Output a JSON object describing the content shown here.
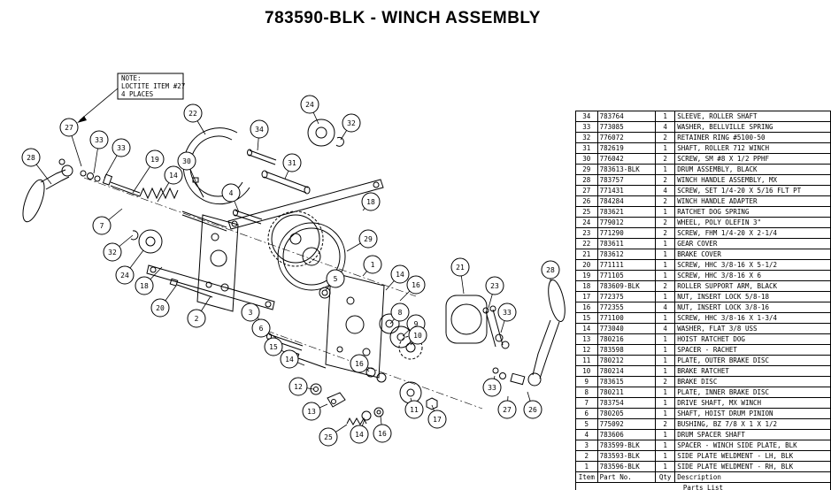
{
  "title": "783590-BLK - WINCH ASSEMBLY",
  "note": {
    "lines": [
      "NOTE:",
      "LOCTITE ITEM #27",
      "4 PLACES"
    ]
  },
  "parts_table": {
    "headers": [
      "Item",
      "Part No.",
      "Qty",
      "Description"
    ],
    "footer": "Parts List",
    "rows": [
      [
        "34",
        "783764",
        "1",
        "SLEEVE, ROLLER SHAFT"
      ],
      [
        "33",
        "773085",
        "4",
        "WASHER, BELLVILLE SPRING"
      ],
      [
        "32",
        "776072",
        "2",
        "RETAINER RING #5100-50"
      ],
      [
        "31",
        "782619",
        "1",
        "SHAFT, ROLLER 712 WINCH"
      ],
      [
        "30",
        "776042",
        "2",
        "SCREW, SM #8 X 1/2 PPHF"
      ],
      [
        "29",
        "783613-BLK",
        "1",
        "DRUM ASSEMBLY, BLACK"
      ],
      [
        "28",
        "783757",
        "2",
        "WINCH HANDLE ASSEMBLY, MX"
      ],
      [
        "27",
        "771431",
        "4",
        "SCREW, SET 1/4-20 X 5/16 FLT PT"
      ],
      [
        "26",
        "784284",
        "2",
        "WINCH HANDLE ADAPTER"
      ],
      [
        "25",
        "783621",
        "1",
        "RATCHET DOG SPRING"
      ],
      [
        "24",
        "779012",
        "2",
        "WHEEL, POLY OLEFIN 3\""
      ],
      [
        "23",
        "771290",
        "2",
        "SCREW, FHM 1/4-20 X 2-1/4"
      ],
      [
        "22",
        "783611",
        "1",
        "GEAR COVER"
      ],
      [
        "21",
        "783612",
        "1",
        "BRAKE COVER"
      ],
      [
        "20",
        "771111",
        "1",
        "SCREW, HHC 3/8-16 X 5-1/2"
      ],
      [
        "19",
        "771105",
        "1",
        "SCREW, HHC 3/8-16 X 6"
      ],
      [
        "18",
        "783609-BLK",
        "2",
        "ROLLER SUPPORT ARM, BLACK"
      ],
      [
        "17",
        "772375",
        "1",
        "NUT, INSERT LOCK 5/8-18"
      ],
      [
        "16",
        "772355",
        "4",
        "NUT, INSERT LOCK 3/8-16"
      ],
      [
        "15",
        "771100",
        "1",
        "SCREW, HHC 3/8-16 X 1-3/4"
      ],
      [
        "14",
        "773040",
        "4",
        "WASHER, FLAT 3/8 USS"
      ],
      [
        "13",
        "780216",
        "1",
        "HOIST RATCHET DOG"
      ],
      [
        "12",
        "783598",
        "1",
        "SPACER - RACHET"
      ],
      [
        "11",
        "780212",
        "1",
        "PLATE, OUTER BRAKE DISC"
      ],
      [
        "10",
        "780214",
        "1",
        "BRAKE RATCHET"
      ],
      [
        "9",
        "783615",
        "2",
        "BRAKE DISC"
      ],
      [
        "8",
        "780211",
        "1",
        "PLATE, INNER BRAKE DISC"
      ],
      [
        "7",
        "783754",
        "1",
        "DRIVE SHAFT, MX WINCH"
      ],
      [
        "6",
        "780205",
        "1",
        "SHAFT, HOIST DRUM PINION"
      ],
      [
        "5",
        "775092",
        "2",
        "BUSHING, BZ 7/8 X 1 X 1/2"
      ],
      [
        "4",
        "783606",
        "1",
        "DRUM SPACER SHAFT"
      ],
      [
        "3",
        "783599-BLK",
        "1",
        "SPACER - WINCH SIDE PLATE, BLK"
      ],
      [
        "2",
        "783593-BLK",
        "1",
        "SIDE PLATE WELDMENT - LH, BLK"
      ],
      [
        "1",
        "783596-BLK",
        "1",
        "SIDE PLATE WELDMENT - RH, BLK"
      ]
    ]
  },
  "balloons": [
    [
      "28",
      35,
      178,
      58,
      208
    ],
    [
      "27",
      78,
      144,
      92,
      188
    ],
    [
      "33",
      112,
      158,
      106,
      196
    ],
    [
      "33",
      137,
      167,
      118,
      201
    ],
    [
      "19",
      175,
      180,
      150,
      218
    ],
    [
      "14",
      196,
      198,
      178,
      228
    ],
    [
      "22",
      218,
      128,
      232,
      152
    ],
    [
      "30",
      211,
      182,
      221,
      205
    ],
    [
      "34",
      293,
      146,
      291,
      170
    ],
    [
      "24",
      350,
      118,
      360,
      140
    ],
    [
      "32",
      397,
      139,
      385,
      158
    ],
    [
      "31",
      330,
      184,
      322,
      202
    ],
    [
      "4",
      261,
      218,
      270,
      240
    ],
    [
      "18",
      419,
      228,
      410,
      238
    ],
    [
      "7",
      115,
      255,
      138,
      236
    ],
    [
      "32",
      127,
      285,
      150,
      266
    ],
    [
      "24",
      141,
      311,
      162,
      283
    ],
    [
      "18",
      163,
      323,
      183,
      302
    ],
    [
      "20",
      181,
      348,
      199,
      323
    ],
    [
      "2",
      222,
      360,
      238,
      335
    ],
    [
      "29",
      416,
      270,
      392,
      284
    ],
    [
      "1",
      421,
      299,
      410,
      312
    ],
    [
      "5",
      379,
      315,
      368,
      328
    ],
    [
      "14",
      452,
      310,
      436,
      328
    ],
    [
      "16",
      470,
      322,
      452,
      340
    ],
    [
      "3",
      283,
      353,
      298,
      365
    ],
    [
      "6",
      295,
      371,
      312,
      382
    ],
    [
      "15",
      309,
      392,
      330,
      402
    ],
    [
      "14",
      327,
      406,
      344,
      413
    ],
    [
      "12",
      337,
      437,
      354,
      440
    ],
    [
      "13",
      352,
      465,
      370,
      457
    ],
    [
      "25",
      371,
      494,
      392,
      480
    ],
    [
      "14",
      406,
      491,
      412,
      474
    ],
    [
      "16",
      432,
      490,
      430,
      470
    ],
    [
      "16",
      406,
      411,
      417,
      420
    ],
    [
      "8",
      452,
      353,
      441,
      366
    ],
    [
      "9",
      470,
      366,
      455,
      380
    ],
    [
      "10",
      472,
      379,
      464,
      390
    ],
    [
      "11",
      468,
      463,
      464,
      450
    ],
    [
      "17",
      494,
      474,
      488,
      458
    ],
    [
      "21",
      520,
      302,
      524,
      332
    ],
    [
      "23",
      559,
      323,
      552,
      348
    ],
    [
      "33",
      573,
      353,
      566,
      376
    ],
    [
      "28",
      622,
      305,
      622,
      318
    ],
    [
      "33",
      556,
      438,
      559,
      425
    ],
    [
      "27",
      573,
      463,
      574,
      448
    ],
    [
      "26",
      602,
      463,
      596,
      443
    ]
  ]
}
